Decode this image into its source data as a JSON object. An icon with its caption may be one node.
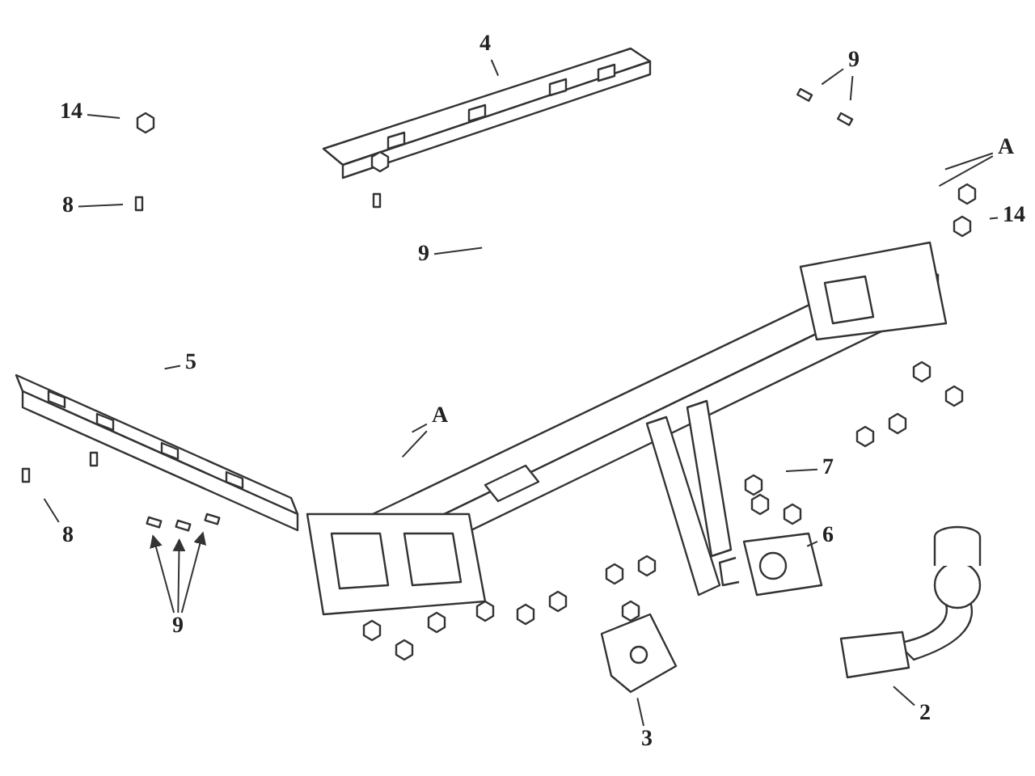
{
  "diagram": {
    "nodes": [
      {
        "text": [
          "4"
        ]
      },
      {
        "text": [
          "14"
        ]
      },
      {
        "text": [
          "9"
        ]
      },
      {
        "text": [
          "8"
        ]
      },
      {
        "text": [
          "9"
        ]
      },
      {
        "text": [
          "A"
        ]
      },
      {
        "text": [
          "14"
        ]
      },
      {
        "text": [
          "5"
        ]
      },
      {
        "text": [
          "A"
        ]
      },
      {
        "text": [
          "7"
        ]
      },
      {
        "text": [
          "6"
        ]
      },
      {
        "text": [
          "8"
        ]
      },
      {
        "text": [
          "9"
        ]
      },
      {
        "text": [
          "3"
        ]
      },
      {
        "text": [
          "2"
        ]
      }
    ],
    "edges": [
      {
        "from": 0,
        "to": null,
        "arrow": "none"
      },
      {
        "from": 1,
        "to": null,
        "arrow": "none"
      },
      {
        "from": 2,
        "to": null,
        "arrow": "none"
      },
      {
        "from": 2,
        "to": null,
        "arrow": "none"
      },
      {
        "from": 3,
        "to": null,
        "arrow": "none"
      },
      {
        "from": 4,
        "to": null,
        "arrow": "none"
      },
      {
        "from": 5,
        "to": null,
        "arrow": "none"
      },
      {
        "from": 5,
        "to": null,
        "arrow": "none"
      },
      {
        "from": 6,
        "to": null,
        "arrow": "none"
      },
      {
        "from": 7,
        "to": null,
        "arrow": "none"
      },
      {
        "from": 8,
        "to": null,
        "arrow": "none"
      },
      {
        "from": 8,
        "to": null,
        "arrow": "none"
      },
      {
        "from": 9,
        "to": null,
        "arrow": "none"
      },
      {
        "from": 10,
        "to": null,
        "arrow": "none"
      },
      {
        "from": 11,
        "to": null,
        "arrow": "none"
      },
      {
        "from": 12,
        "to": null,
        "arrow": "to"
      },
      {
        "from": 12,
        "to": null,
        "arrow": "to"
      },
      {
        "from": 12,
        "to": null,
        "arrow": "to"
      },
      {
        "from": 13,
        "to": null,
        "arrow": "none"
      },
      {
        "from": 14,
        "to": null,
        "arrow": "none"
      }
    ]
  }
}
